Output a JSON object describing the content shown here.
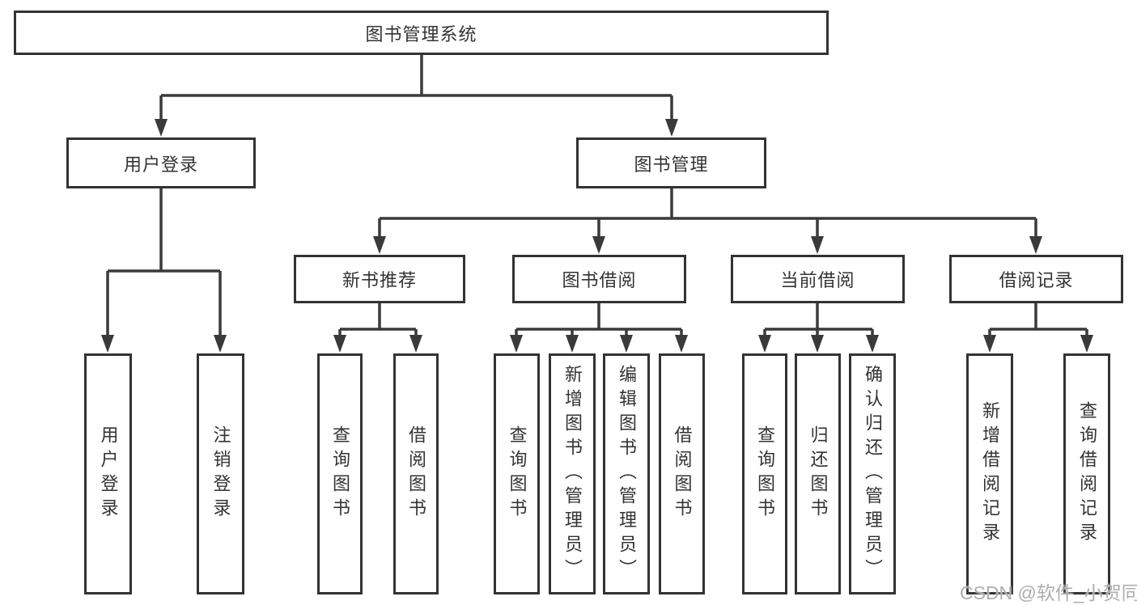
{
  "tree": {
    "root": "图书管理系统",
    "branches": [
      {
        "label": "用户登录",
        "leaves": [
          "用户登录",
          "注销登录"
        ]
      },
      {
        "label": "图书管理",
        "groups": [
          {
            "label": "新书推荐",
            "leaves": [
              "查询图书",
              "借阅图书"
            ]
          },
          {
            "label": "图书借阅",
            "leaves": [
              "查询图书",
              "新增图书（管理员）",
              "编辑图书（管理员）",
              "借阅图书"
            ]
          },
          {
            "label": "当前借阅",
            "leaves": [
              "查询图书",
              "归还图书",
              "确认归还（管理员）"
            ]
          },
          {
            "label": "借阅记录",
            "leaves": [
              "新增借阅记录",
              "查询借阅记录"
            ]
          }
        ]
      }
    ]
  },
  "watermark": "CSDN @软件_小贺同学",
  "colors": {
    "line": "#3a3a3a",
    "box_border": "#333333",
    "text": "#333333",
    "watermark": "#aeaeae",
    "background": "#ffffff"
  }
}
